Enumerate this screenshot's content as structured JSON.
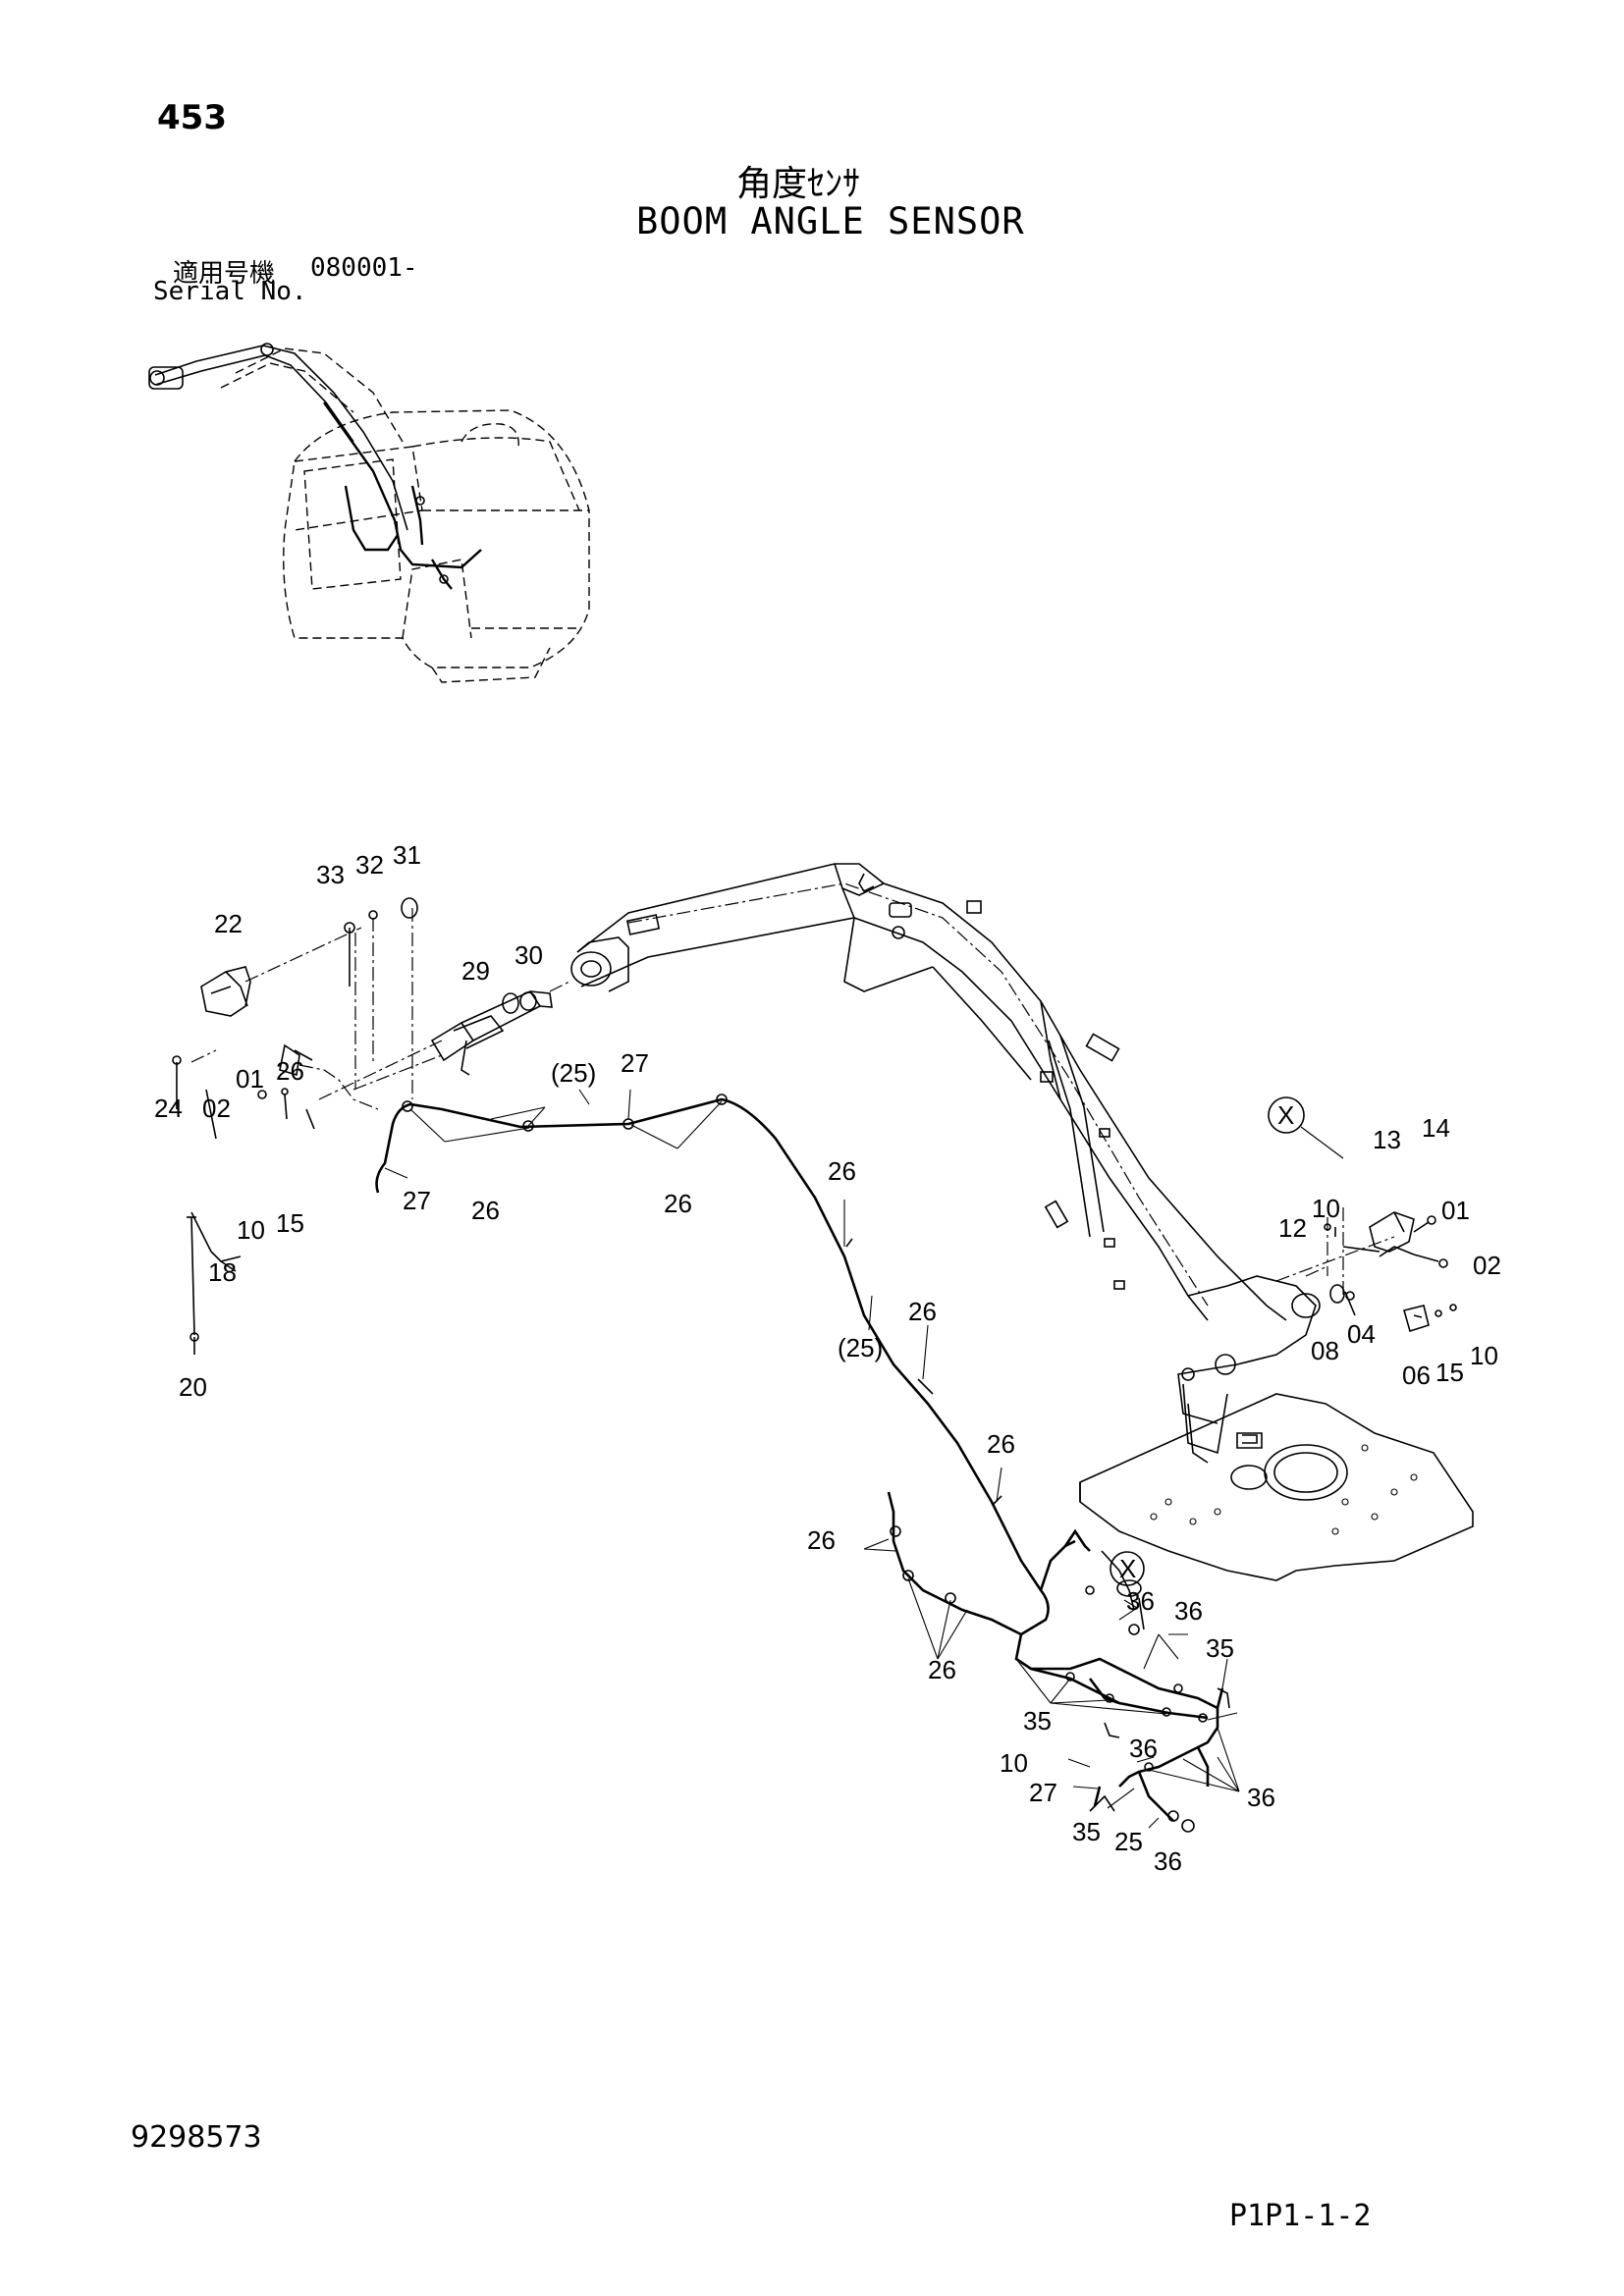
{
  "header": {
    "page_number": "453",
    "title_jp": "角度ｾﾝｻ",
    "title_en": "BOOM ANGLE SENSOR",
    "serial_label_jp": "適用号機",
    "serial_range": "080001-",
    "serial_label_en": "Serial No."
  },
  "footer": {
    "doc_number": "9298573",
    "page_ref": "P1P1-1-2"
  },
  "callouts": {
    "c33": "33",
    "c32": "32",
    "c31": "31",
    "c22": "22",
    "c29": "29",
    "c30": "30",
    "c24": "24",
    "c02a": "02",
    "c01a": "01",
    "c26a": "26",
    "c10a": "10",
    "c15a": "15",
    "c27a": "27",
    "c26b": "26",
    "c25a": "(25)",
    "c27b": "27",
    "c26c": "26",
    "c18": "18",
    "c20": "20",
    "c26d": "26",
    "c25b": "(25)",
    "c26e": "26",
    "c26f": "26",
    "cXa": "X",
    "c13": "13",
    "c14": "14",
    "c12": "12",
    "c10b": "10",
    "c01b": "01",
    "c02b": "02",
    "c08": "08",
    "c04": "04",
    "c06": "06",
    "c15b": "15",
    "c10c": "10",
    "c26g": "26",
    "cXb": "X",
    "c36a": "36",
    "c36b": "36",
    "c35a": "35",
    "c26h": "26",
    "c35b": "35",
    "c10d": "10",
    "c36c": "36",
    "c27c": "27",
    "c36d": "36",
    "c35c": "35",
    "c25c": "25",
    "c36e": "36"
  },
  "icons": {
    "overview": "excavator-overview-illustration",
    "boom": "boom-assembly-illustration",
    "harness": "wiring-harness-illustration",
    "sensor": "angle-sensor-illustration",
    "frame": "upper-frame-plate-illustration"
  }
}
